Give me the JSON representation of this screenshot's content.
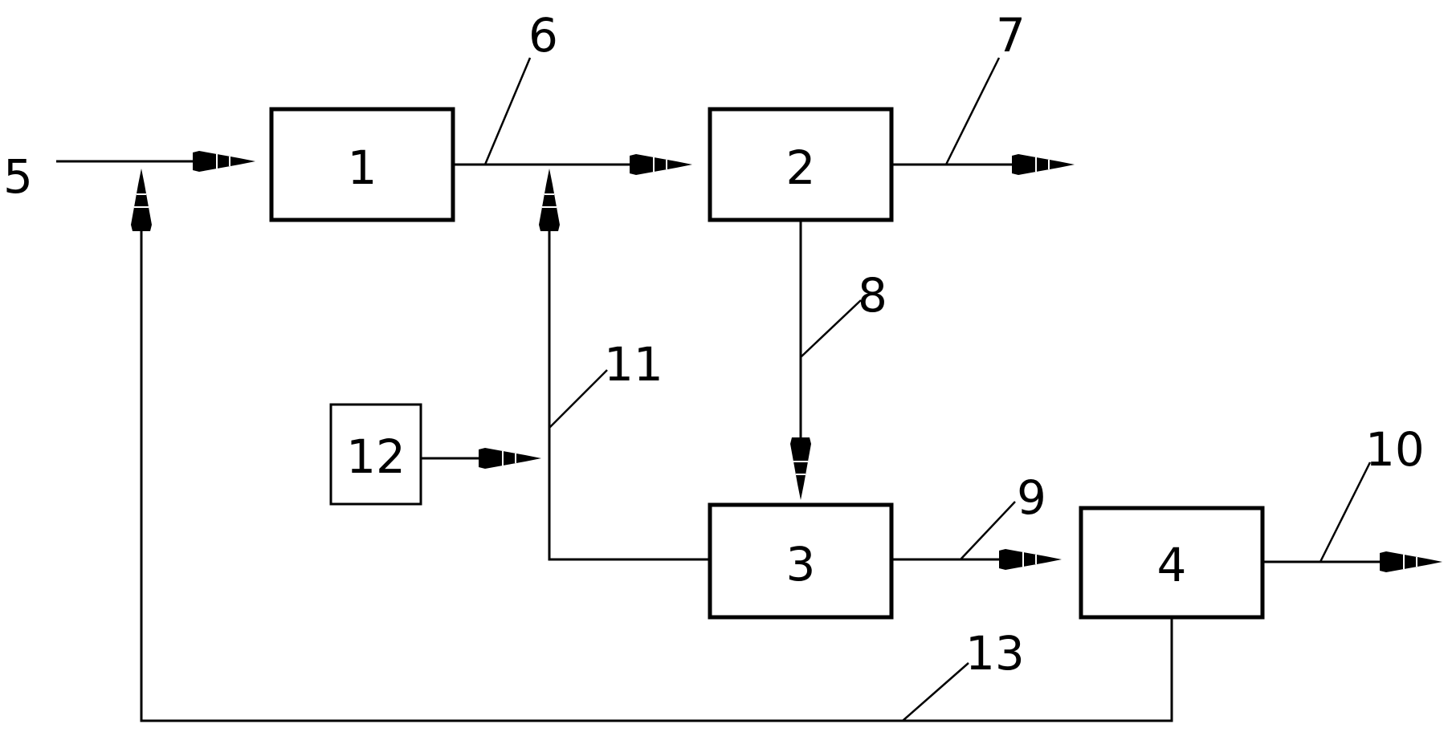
{
  "boxes": {
    "b1": "1",
    "b2": "2",
    "b3": "3",
    "b4": "4",
    "b12": "12"
  },
  "refs": {
    "r5": "5",
    "r6": "6",
    "r7": "7",
    "r8": "8",
    "r9": "9",
    "r10": "10",
    "r11": "11",
    "r13": "13"
  }
}
